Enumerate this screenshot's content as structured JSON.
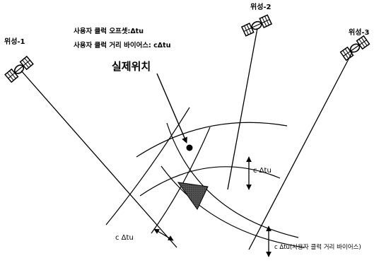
{
  "satellites": [
    {
      "label": "위성-1"
    },
    {
      "label": "위성-2"
    },
    {
      "label": "위성-3"
    }
  ],
  "legend": {
    "offset": "사용자 클럭 오프셋:Δtu",
    "bias": "사용자 클럭 거리 바이어스: cΔtu"
  },
  "actual_position": "실제위치",
  "range_bias_labels": {
    "sat1": "c Δtu",
    "sat2": "c Δtu",
    "sat3": "c Δtu(사용자 클럭 거리 바이어스)"
  }
}
